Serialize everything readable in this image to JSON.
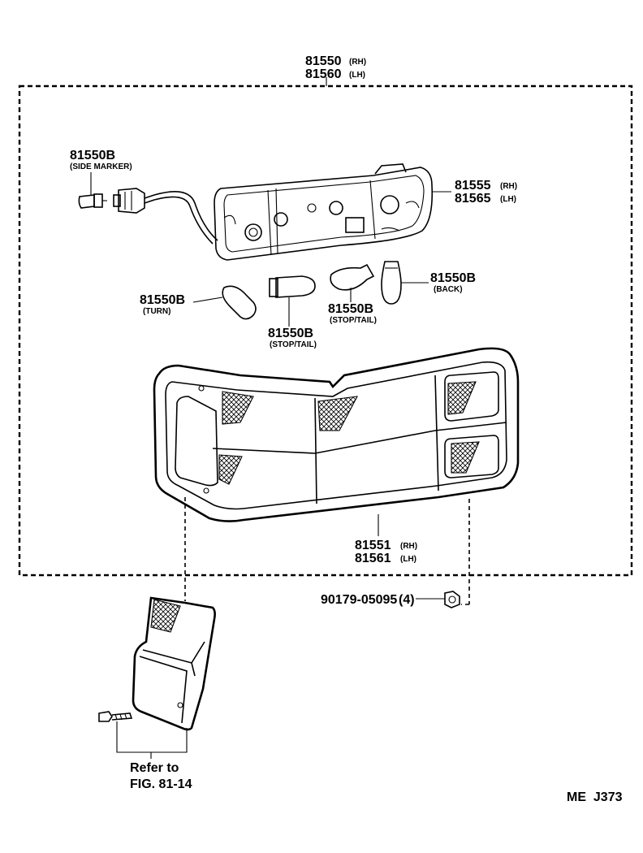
{
  "assembly": {
    "pn_rh": "81550",
    "tag_rh": "(RH)",
    "pn_lh": "81560",
    "tag_lh": "(LH)"
  },
  "side_marker_bulb": {
    "pn": "81550B",
    "desc": "(SIDE MARKER)"
  },
  "socket_housing": {
    "pn_rh": "81555",
    "tag_rh": "(RH)",
    "pn_lh": "81565",
    "tag_lh": "(LH)"
  },
  "turn_bulb": {
    "pn": "81550B",
    "desc": "(TURN)"
  },
  "stop_tail_bulb_1": {
    "pn": "81550B",
    "desc": "(STOP/TAIL)"
  },
  "stop_tail_bulb_2": {
    "pn": "81550B",
    "desc": "(STOP/TAIL)"
  },
  "back_bulb": {
    "pn": "81550B",
    "desc": "(BACK)"
  },
  "lens": {
    "pn_rh": "81551",
    "tag_rh": "(RH)",
    "pn_lh": "81561",
    "tag_lh": "(LH)"
  },
  "nut": {
    "pn": "90179-05095",
    "qty": "(4)"
  },
  "reference": {
    "line1": "Refer to",
    "line2": "FIG. 81-14"
  },
  "figure_code": "ME  J373"
}
